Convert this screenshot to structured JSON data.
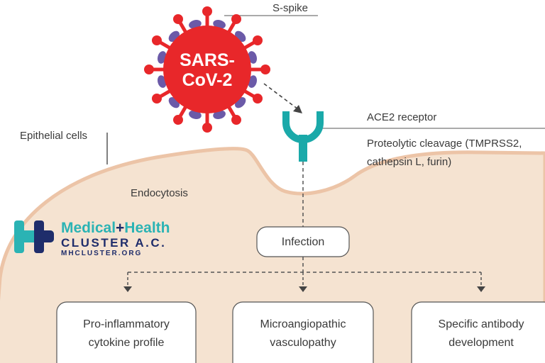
{
  "labels": {
    "s_spike": "S-spike",
    "virus_line1": "SARS-",
    "virus_line2": "CoV-2",
    "ace2": "ACE2 receptor",
    "proteolytic_line1": "Proteolytic cleavage (TMPRSS2,",
    "proteolytic_line2": "cathepsin L, furin)",
    "epithelial": "Epithelial cells",
    "endocytosis": "Endocytosis",
    "infection": "Infection"
  },
  "outcomes": [
    {
      "line1": "Pro-inflammatory",
      "line2": "cytokine profile"
    },
    {
      "line1": "Microangiopathic",
      "line2": "vasculopathy"
    },
    {
      "line1": "Specific antibody",
      "line2": "development"
    }
  ],
  "logo": {
    "word1": "Medical",
    "plus": "+",
    "word2": "Health",
    "line2": "CLUSTER A.C.",
    "url": "MHCLUSTER.ORG"
  },
  "colors": {
    "virus": "#e8272a",
    "spike_protein": "#6b5aa8",
    "receptor": "#1aa9a9",
    "cell_fill": "#f5e3d1",
    "cell_border": "#ecc4a7",
    "logo_teal": "#2bb3b4",
    "logo_navy": "#1f2d6b"
  },
  "icons": {
    "virus": "coronavirus-icon",
    "receptor": "y-receptor-icon",
    "logo": "medical-cross-icon"
  }
}
